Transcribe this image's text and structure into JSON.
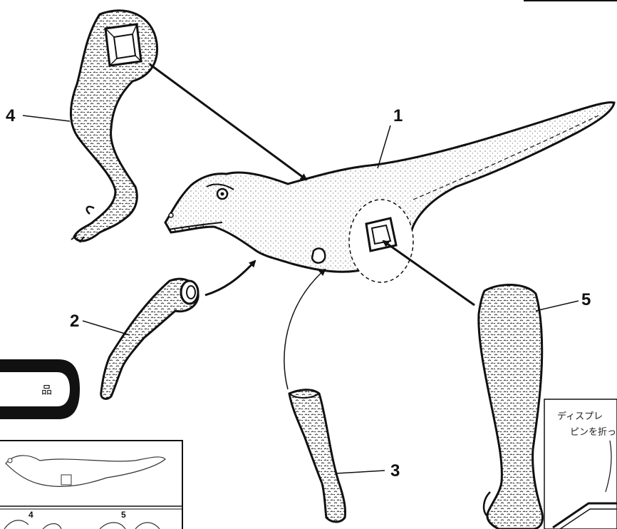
{
  "labels": {
    "body": "1",
    "front_arm": "2",
    "front_leg": "3",
    "hind_leg_left": "4",
    "hind_leg_right": "5"
  },
  "badge": {
    "text": "品"
  },
  "inset": {
    "label_4": "4",
    "label_5": "5"
  },
  "display_note": {
    "line1": "ディスプレ",
    "line2": "ピンを折っ"
  },
  "colors": {
    "ink": "#111111",
    "paper": "#ffffff",
    "badge_bg": "#111111"
  }
}
